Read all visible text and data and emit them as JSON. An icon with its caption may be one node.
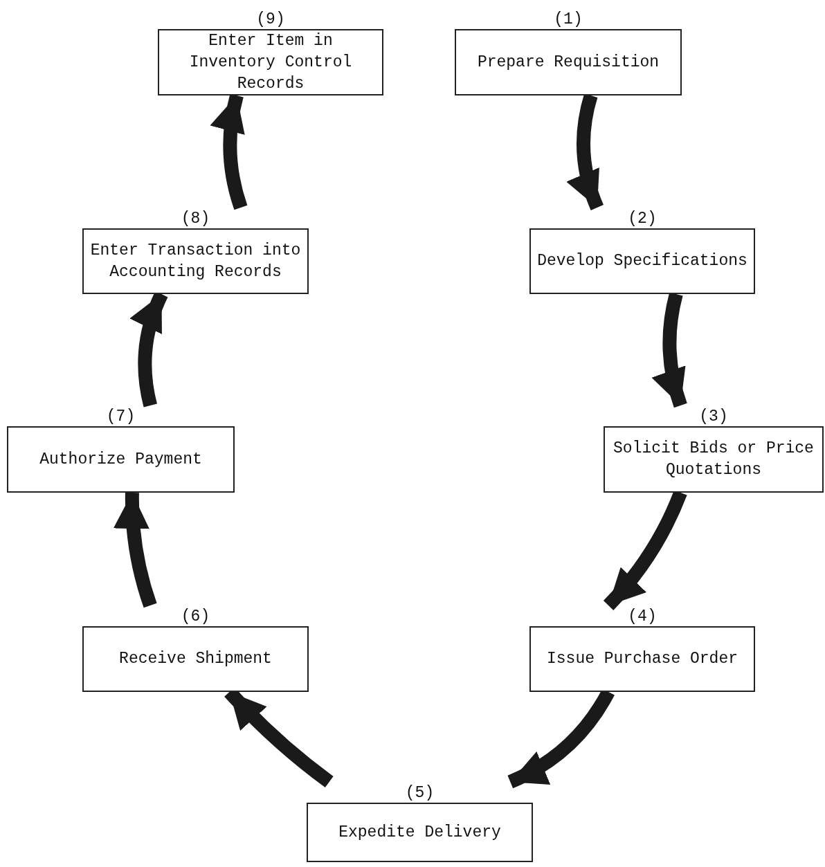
{
  "diagram": {
    "nodes": [
      {
        "text": [
          "(1)",
          "Prepare Requisition"
        ]
      },
      {
        "text": [
          "(2)",
          "Develop Specifications"
        ]
      },
      {
        "text": [
          "(3)",
          "Solicit Bids or Price Quotations"
        ]
      },
      {
        "text": [
          "(4)",
          "Issue Purchase Order"
        ]
      },
      {
        "text": [
          "(5)",
          "Expedite Delivery"
        ]
      },
      {
        "text": [
          "(6)",
          "Receive Shipment"
        ]
      },
      {
        "text": [
          "(7)",
          "Authorize Payment"
        ]
      },
      {
        "text": [
          "(8)",
          "Enter Transaction into Accounting Records"
        ]
      },
      {
        "text": [
          "(9)",
          "Enter Item in Inventory Control Records"
        ]
      }
    ],
    "edges": [
      {
        "from": 0,
        "to": 1,
        "arrow": "to"
      },
      {
        "from": 1,
        "to": 2,
        "arrow": "to"
      },
      {
        "from": 2,
        "to": 3,
        "arrow": "to"
      },
      {
        "from": 3,
        "to": 4,
        "arrow": "to"
      },
      {
        "from": 4,
        "to": 5,
        "arrow": "to"
      },
      {
        "from": 5,
        "to": 6,
        "arrow": "to"
      },
      {
        "from": 6,
        "to": 7,
        "arrow": "to"
      },
      {
        "from": 7,
        "to": 8,
        "arrow": "to"
      }
    ]
  }
}
